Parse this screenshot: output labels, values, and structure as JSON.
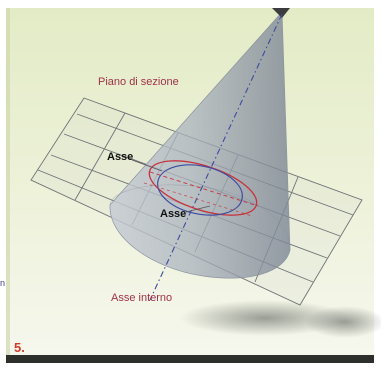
{
  "labels": {
    "plane": "Piano di sezione",
    "axis_upper": "Asse",
    "axis_lower": "Asse",
    "axis_internal": "Asse interno"
  },
  "figure_number": "5.",
  "side_text": "n",
  "colors": {
    "background_top": "#e9efcf",
    "background_bottom": "#f7f8f0",
    "cone_fill": "#9aa3b0",
    "plane_grid": "#6e7378",
    "ellipse_red": "#c8323c",
    "ellipse_blue": "#3c4ca0",
    "axis_line": "#3c4ca0",
    "label_dark_red": "#a0324a",
    "label_black": "#111111",
    "figure_number": "#d23c28",
    "side_text": "#3c3c8c"
  }
}
